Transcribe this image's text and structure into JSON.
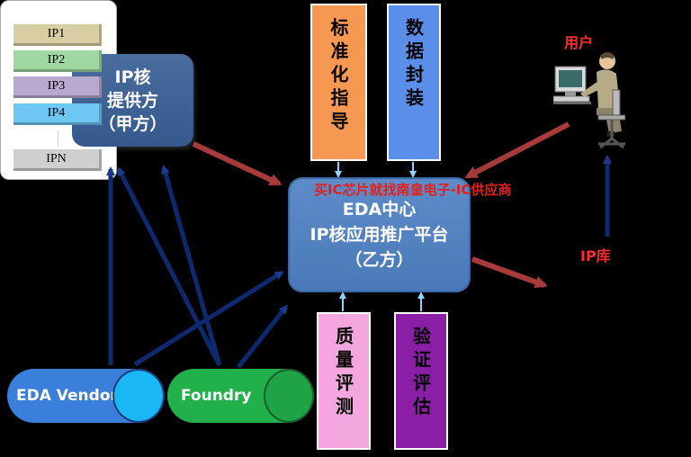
{
  "ip_provider": {
    "line1": "IP核",
    "line2": "提供方",
    "line3": "（甲方）"
  },
  "eda_center": {
    "line1": "EDA中心",
    "line2": "IP核应用推广平台",
    "line3": "（乙方）"
  },
  "std_guide": "标准化指导",
  "data_pack": "数据封装",
  "quality": "质量评测",
  "verify": "验证评估",
  "eda_vendor": "EDA Vendor",
  "foundry": "Foundry",
  "user_label": "用户",
  "iplib_label": "IP库",
  "watermark": "买IC芯片就找南皇电子-IC供应商",
  "ip_items": [
    "IP1",
    "IP2",
    "IP3",
    "IP4",
    "IPN"
  ],
  "colors": {
    "dark_arrow": "#0e2a6e",
    "red_arrow": "#a83a3a",
    "label_red": "#ff2a2a"
  }
}
